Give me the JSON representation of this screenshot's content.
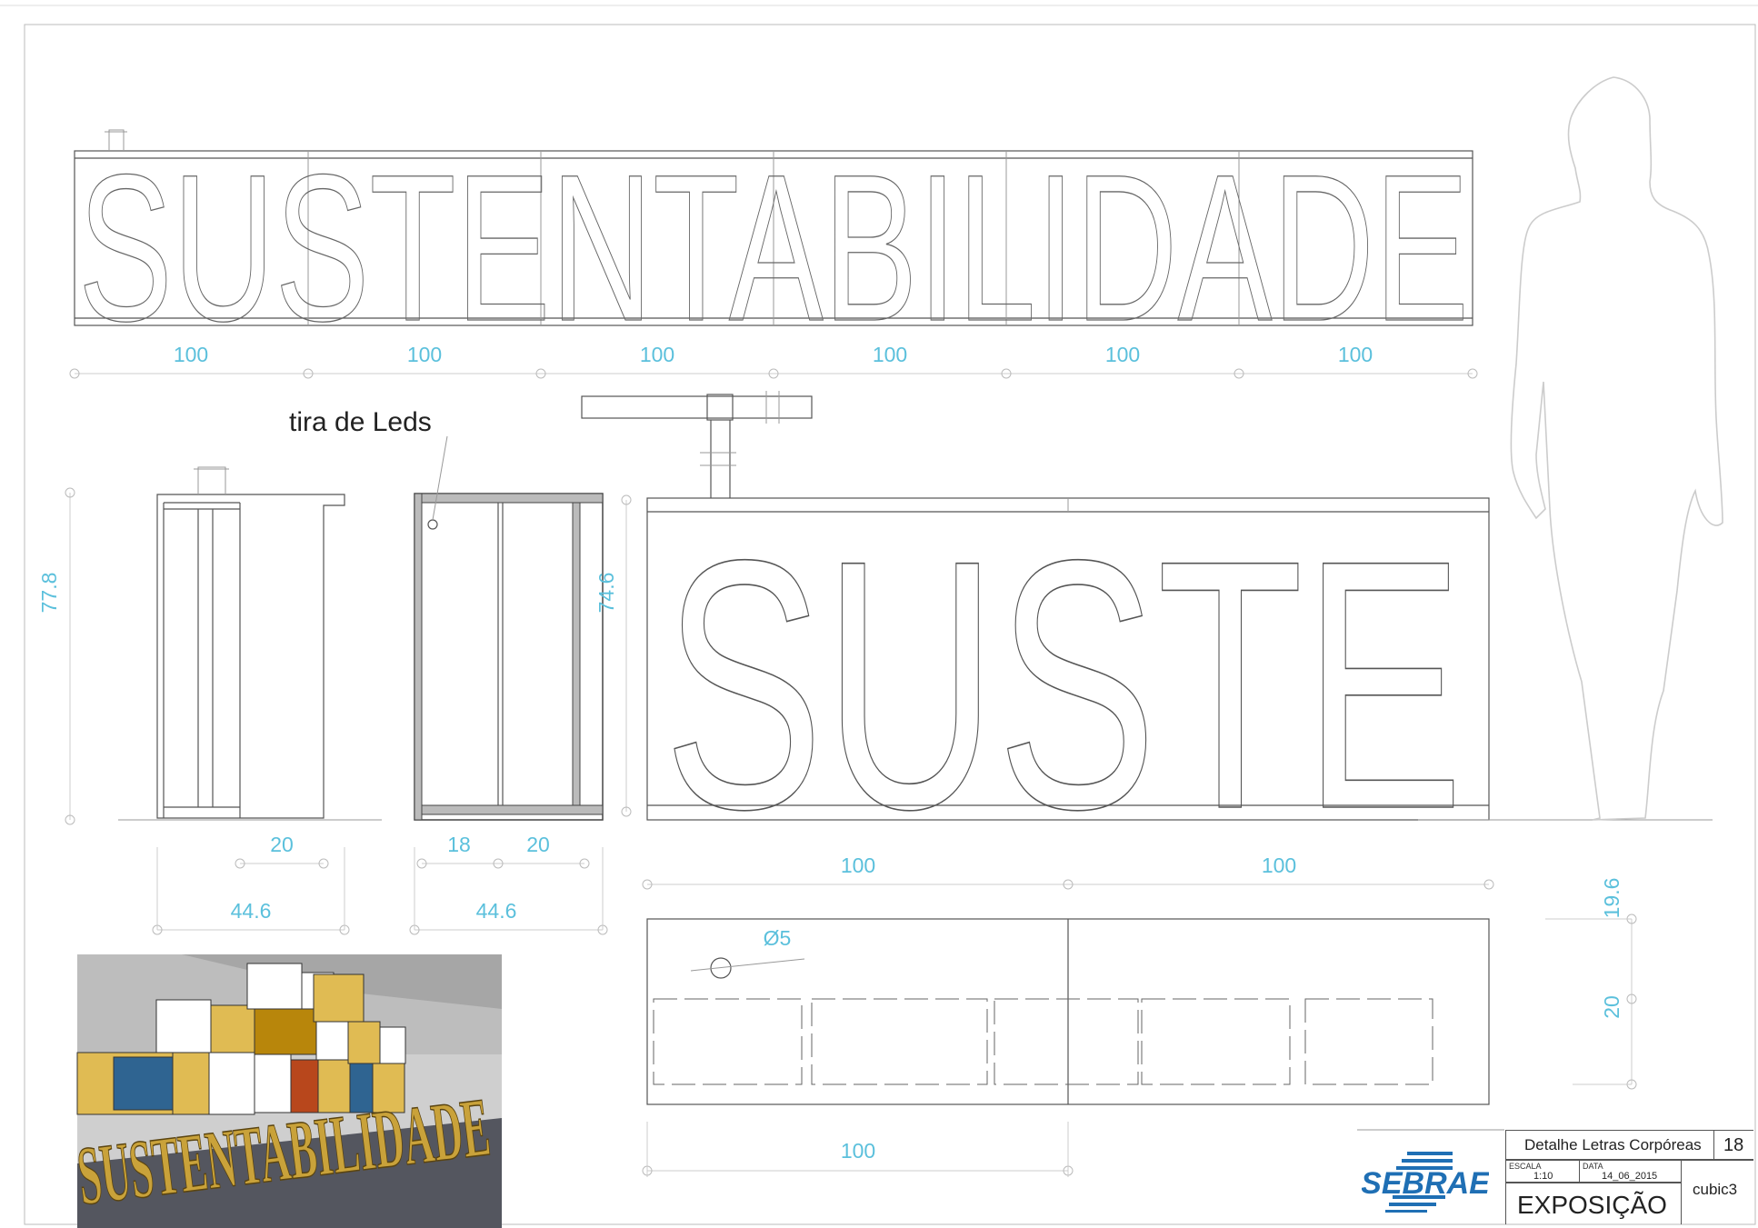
{
  "drawing": {
    "dimensions": {
      "top_segments": [
        "100",
        "100",
        "100",
        "100",
        "100",
        "100"
      ],
      "side_height_left": "77.8",
      "side_height_middle": "74.6",
      "side_depth_inner": "20",
      "side_depth_total_left": "44.6",
      "section_inner_a": "18",
      "section_inner_b": "20",
      "section_total": "44.6",
      "front_segments": [
        "100",
        "100"
      ],
      "bottom_segment": "100",
      "hole_diameter": "Ø5",
      "right_vertical_top": "19.6",
      "right_vertical_bottom": "20"
    },
    "top_lettering": "SUSTENTABILIDADE",
    "front_lettering": "SUSTE",
    "annotation_leds": "tira de Leds",
    "render_lettering": "SUSTENTABILIDADE"
  },
  "title_block": {
    "logo_text": "SEBRAE",
    "title": "Detalhe Letras Corpóreas",
    "sheet_number": "18",
    "scale_label": "ESCALA",
    "scale_value": "1:10",
    "date_label": "DATA",
    "date_value": "14_06_2015",
    "project": "EXPOSIÇÃO",
    "code": "cubic3"
  },
  "colors": {
    "dimension": "#5bc0dc",
    "logo_blue": "#1f6fb4",
    "box_yellow": "#e0bb53",
    "box_blue": "#2f6491",
    "box_orange": "#b8471c",
    "floor": "#54565f"
  }
}
